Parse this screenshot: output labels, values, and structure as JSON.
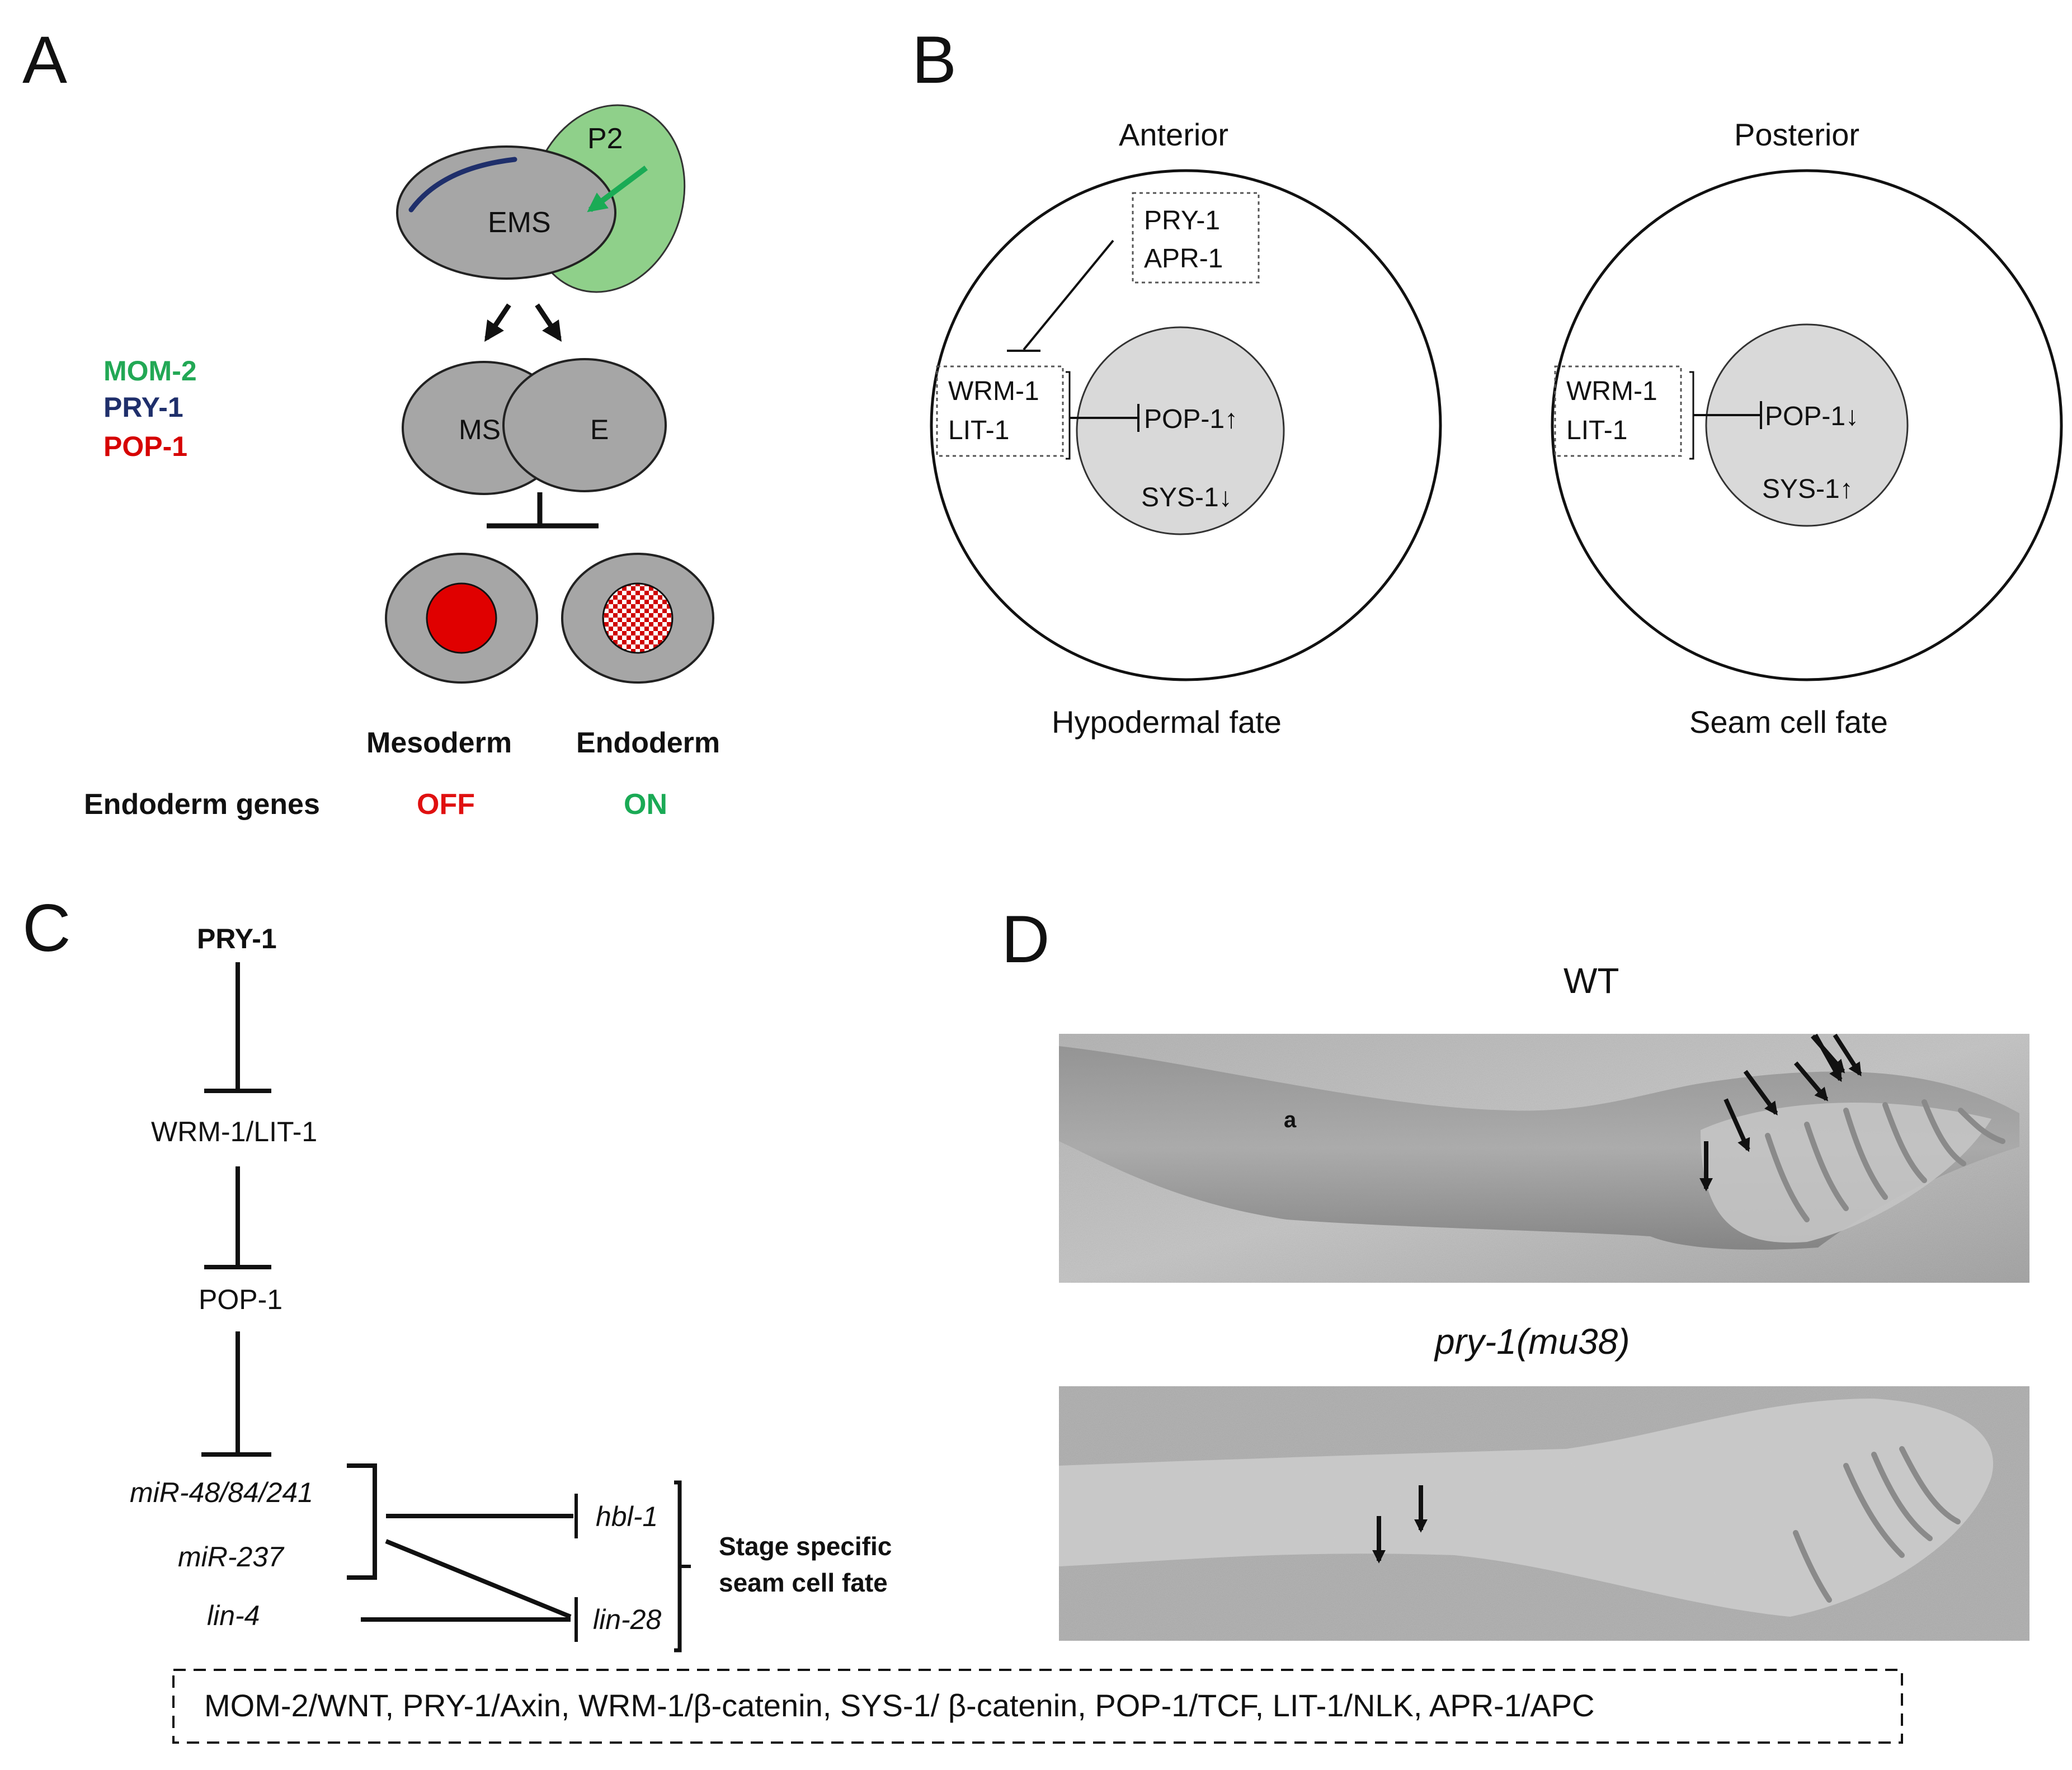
{
  "panels": {
    "A": {
      "letter": "A",
      "cells": {
        "p2": "P2",
        "ems": "EMS",
        "ms": "MS",
        "e": "E"
      },
      "legend": {
        "mom2": "MOM-2",
        "pry1": "PRY-1",
        "pop1": "POP-1"
      },
      "colors": {
        "mom2": "#22a855",
        "pry1": "#1f2f6b",
        "pop1": "#d60000",
        "cell_gray": "#a6a6a6",
        "p2_green": "#8fd08a",
        "arrow_green": "#1aab55"
      },
      "fates": {
        "mesoderm": "Mesoderm",
        "endoderm": "Endoderm"
      },
      "genes_label": "Endoderm genes",
      "status": {
        "off": "OFF",
        "on": "ON"
      },
      "status_colors": {
        "off": "#e01010",
        "on": "#1aaa55"
      }
    },
    "B": {
      "letter": "B",
      "anterior": {
        "title": "Anterior",
        "box1_line1": "PRY-1",
        "box1_line2": "APR-1",
        "box2_line1": "WRM-1",
        "box2_line2": "LIT-1",
        "pop1": "POP-1",
        "pop1_arrow": "↑",
        "sys1": "SYS-1",
        "sys1_arrow": "↓",
        "fate": "Hypodermal fate"
      },
      "posterior": {
        "title": "Posterior",
        "box_line1": "WRM-1",
        "box_line2": "LIT-1",
        "pop1": "POP-1",
        "pop1_arrow": "↓",
        "sys1": "SYS-1",
        "sys1_arrow": "↑",
        "fate": "Seam cell fate"
      }
    },
    "C": {
      "letter": "C",
      "pry1": "PRY-1",
      "wrm1_lit1": "WRM-1/LIT-1",
      "pop1": "POP-1",
      "mirs": [
        "miR-48/84/241",
        "miR-237",
        "lin-4"
      ],
      "targets": [
        "hbl-1",
        "lin-28"
      ],
      "fate_line1": "Stage specific",
      "fate_line2": "seam cell fate"
    },
    "D": {
      "letter": "D",
      "wt_label": "WT",
      "mutant_label": "pry-1(mu38)",
      "annotation": "a"
    }
  },
  "footer": {
    "text": "MOM-2/WNT, PRY-1/Axin, WRM-1/β-catenin, SYS-1/ β-catenin, POP-1/TCF, LIT-1/NLK, APR-1/APC"
  }
}
